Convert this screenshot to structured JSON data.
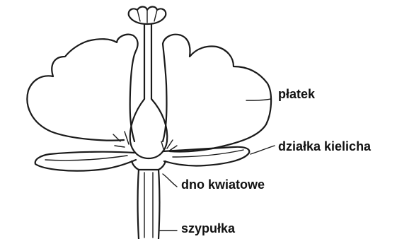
{
  "labels": {
    "petal": "płatek",
    "sepal": "działka kielicha",
    "receptacle": "dno kwiatowe",
    "pedicel": "szypułka"
  }
}
